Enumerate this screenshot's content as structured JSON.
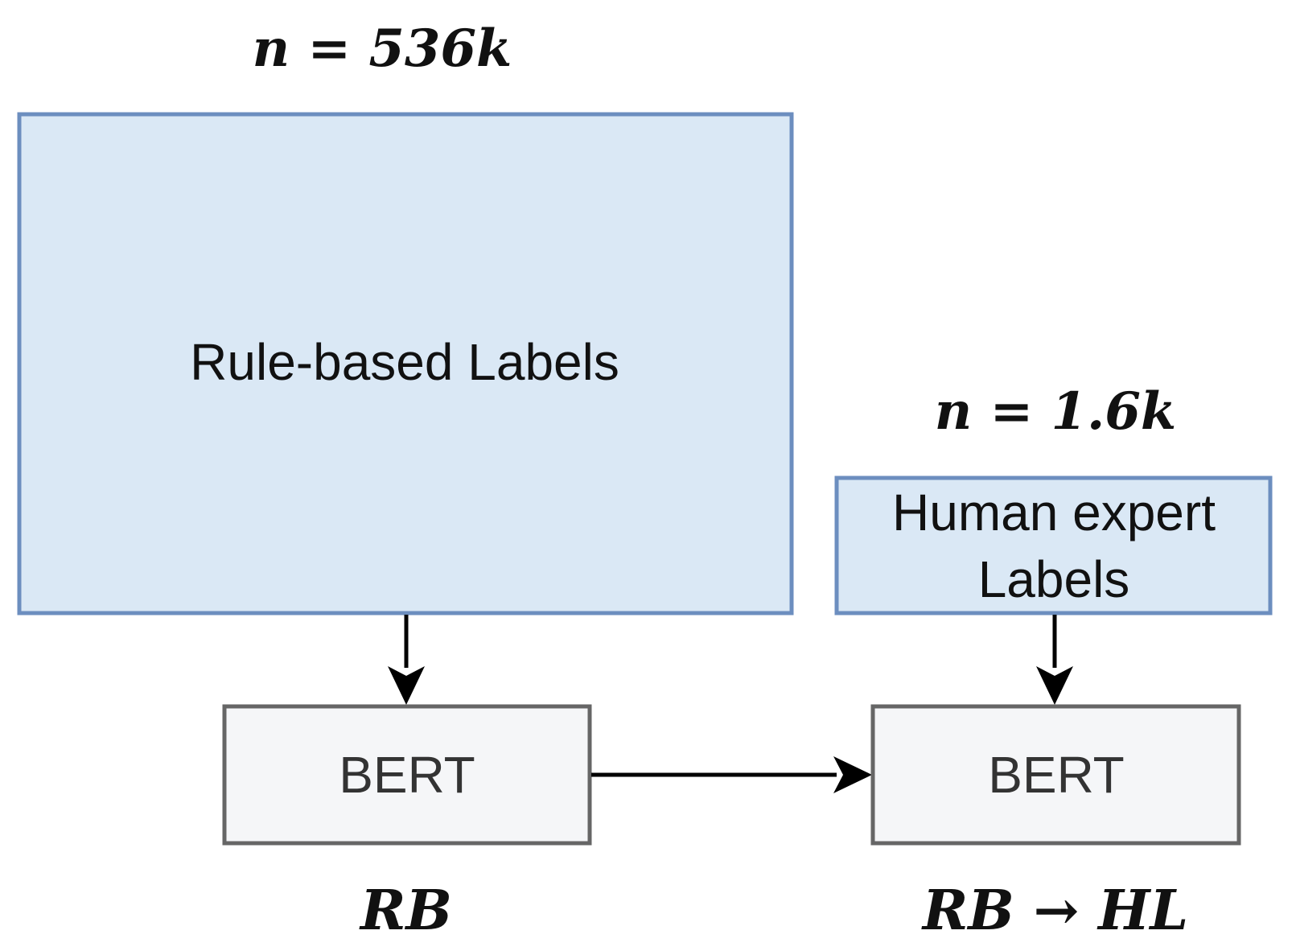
{
  "diagram": {
    "rule_based": {
      "count_label": "n = 536k",
      "label": "Rule-based Labels"
    },
    "human_expert": {
      "count_label": "n = 1.6k",
      "label_line1": "Human expert",
      "label_line2": "Labels"
    },
    "model_left": {
      "label": "BERT",
      "caption": "RB"
    },
    "model_right": {
      "label": "BERT",
      "caption": "RB → HL"
    },
    "colors": {
      "label_box_fill": "#dae8f5",
      "label_box_stroke": "#6c8ebf",
      "model_box_fill": "#f5f6f8",
      "model_box_stroke": "#666666",
      "arrow": "#000000"
    }
  }
}
